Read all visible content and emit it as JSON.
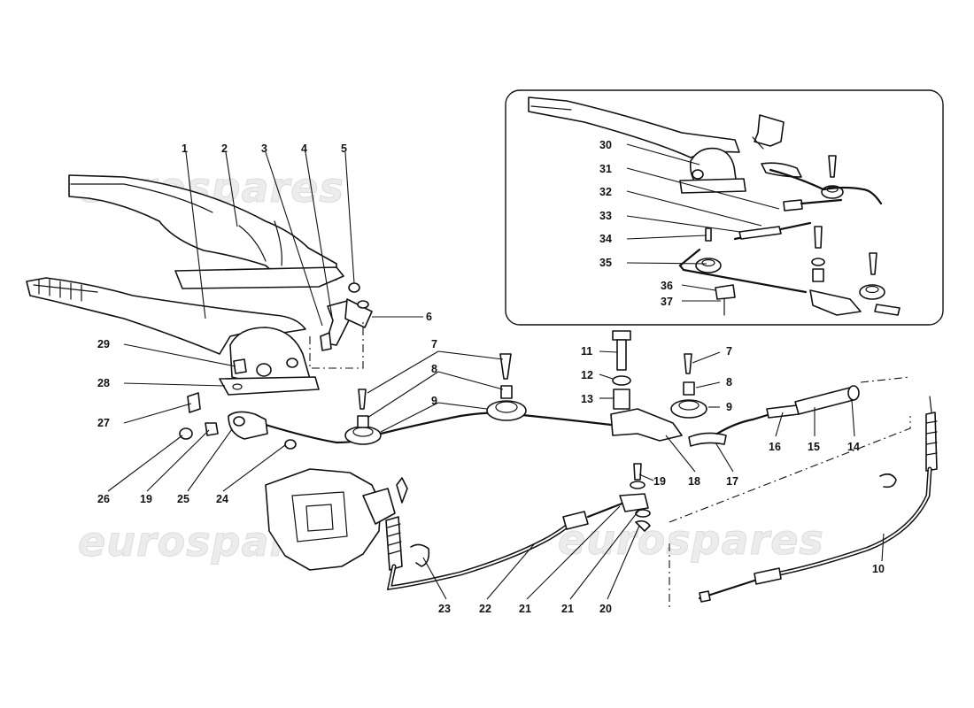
{
  "watermark": "eurospares",
  "callouts": {
    "c1": "1",
    "c2": "2",
    "c3": "3",
    "c4": "4",
    "c5": "5",
    "c6": "6",
    "c7a": "7",
    "c7b": "7",
    "c8a": "8",
    "c8b": "8",
    "c9a": "9",
    "c9b": "9",
    "c10": "10",
    "c11": "11",
    "c12": "12",
    "c13": "13",
    "c14": "14",
    "c15": "15",
    "c16": "16",
    "c17": "17",
    "c18": "18",
    "c19a": "19",
    "c19b": "19",
    "c20": "20",
    "c21a": "21",
    "c21b": "21",
    "c22": "22",
    "c23": "23",
    "c24": "24",
    "c25": "25",
    "c26": "26",
    "c27": "27",
    "c28": "28",
    "c29": "29",
    "c30": "30",
    "c31": "31",
    "c32": "32",
    "c33": "33",
    "c34": "34",
    "c35": "35",
    "c36": "36",
    "c37": "37"
  }
}
